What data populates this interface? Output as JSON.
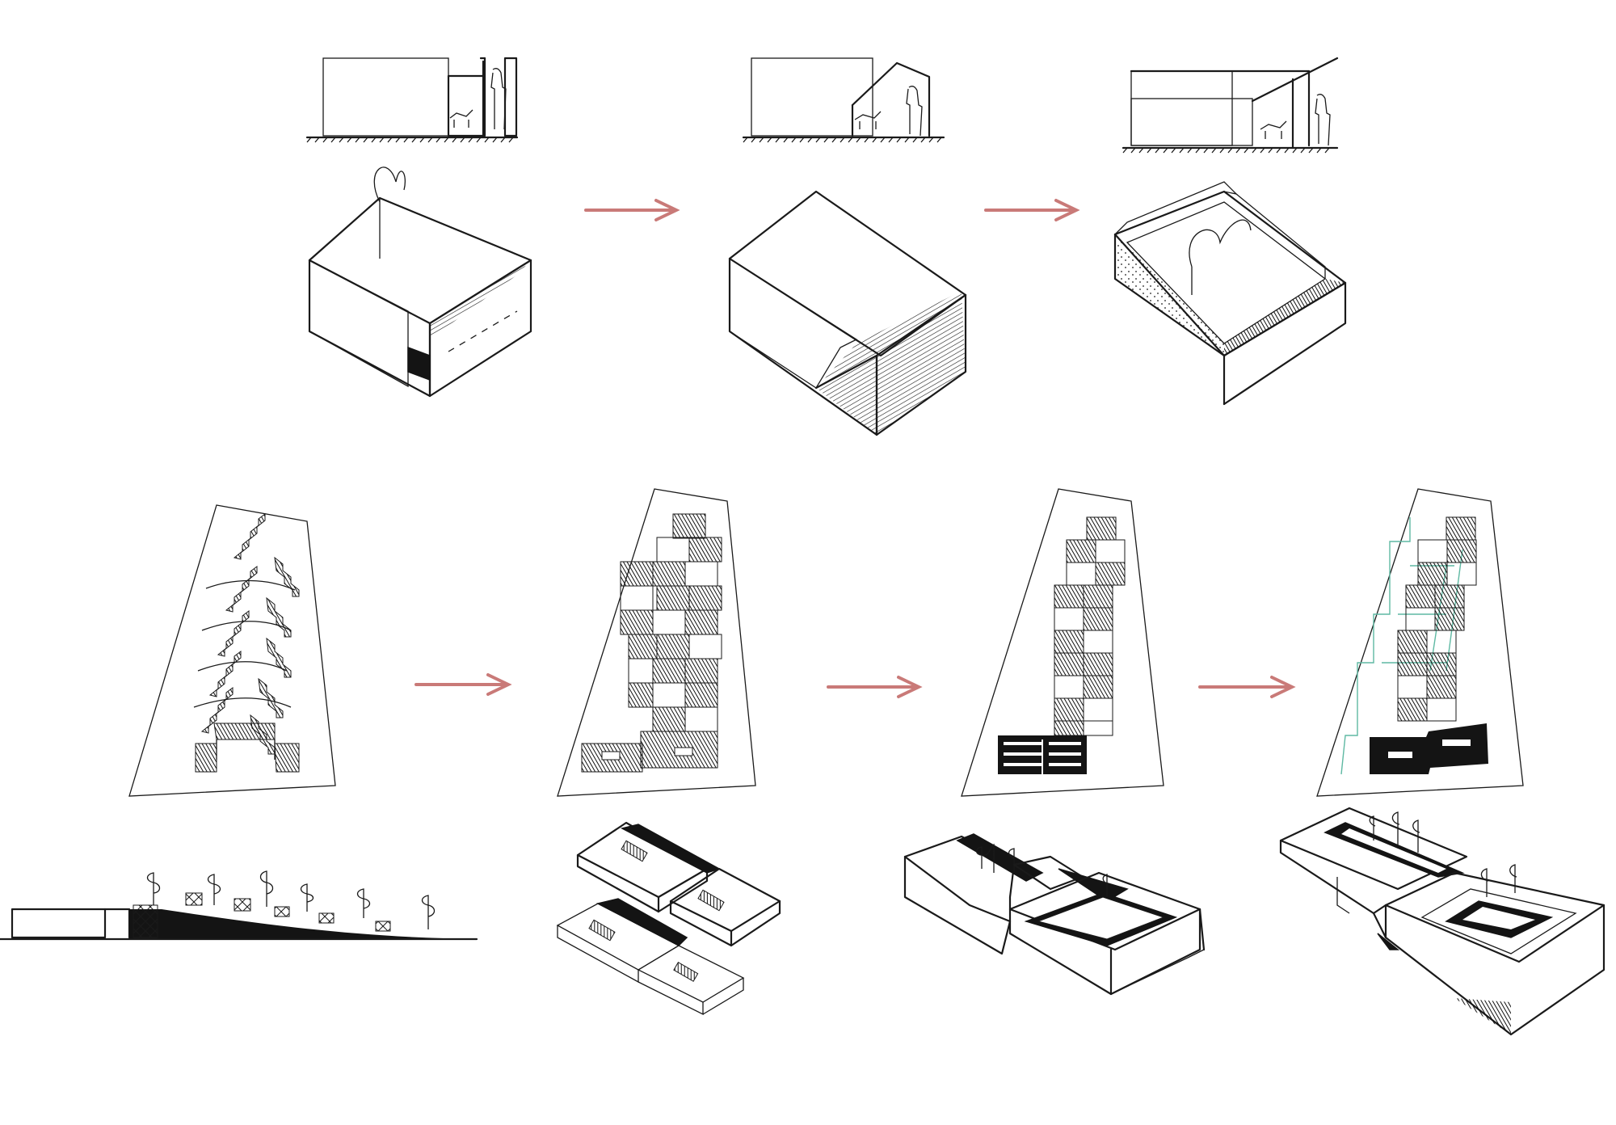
{
  "figure": {
    "background": "#ffffff",
    "ink_color": "#1a1a1a",
    "arrow_color": "#c97a78",
    "accent_color": "#5fb9a3",
    "rows": [
      {
        "name": "building-volume-sequence",
        "steps": 3,
        "arrows": 2
      },
      {
        "name": "site-plan-sequence",
        "steps": 4,
        "arrows": 3
      }
    ]
  }
}
